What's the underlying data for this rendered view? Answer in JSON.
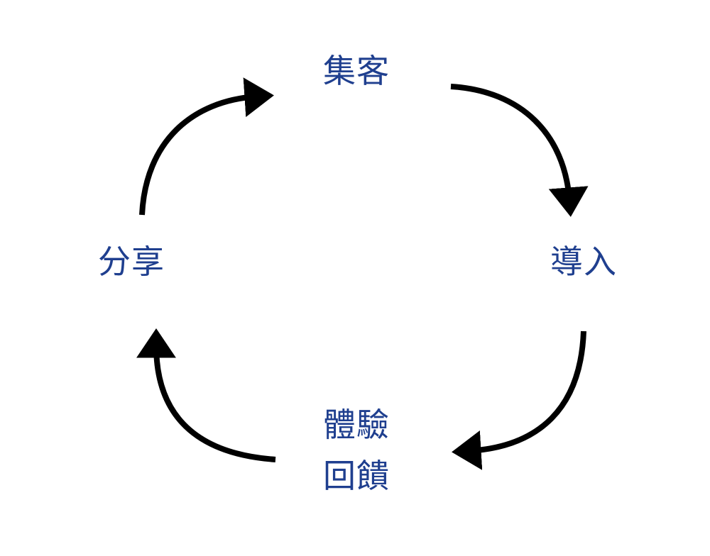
{
  "diagram": {
    "type": "cycle",
    "label_color": "#1f3f8f",
    "arrow_color": "#000000",
    "nodes": {
      "top": "集客",
      "right": "導入",
      "bottom_line1": "體驗",
      "bottom_line2": "回饋",
      "left": "分享"
    },
    "flow": [
      "集客",
      "導入",
      "體驗回饋",
      "分享"
    ]
  }
}
